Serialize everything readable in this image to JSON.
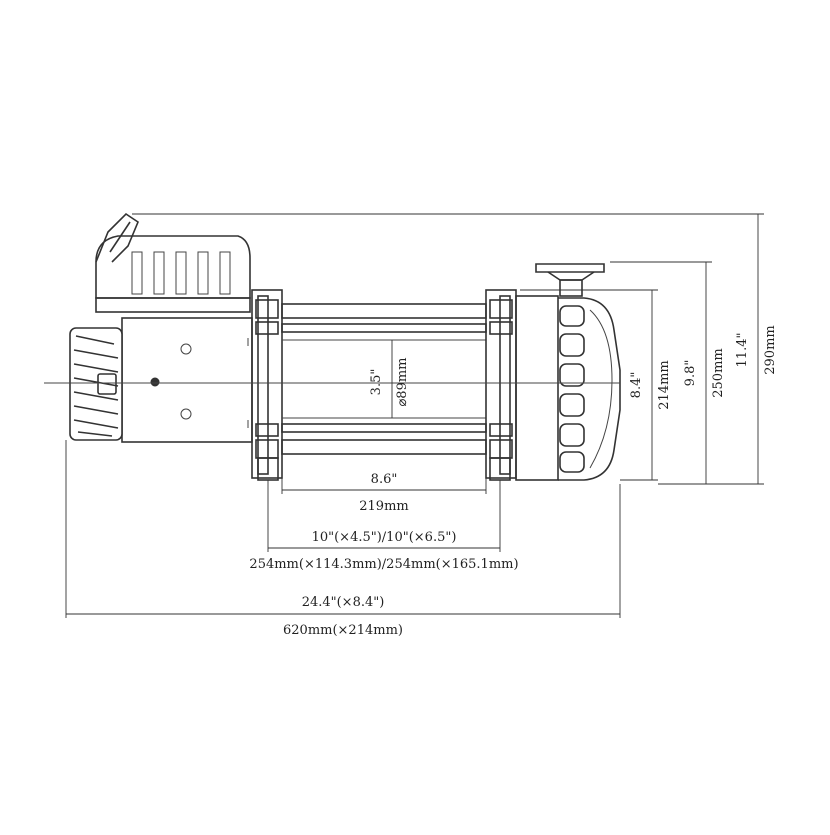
{
  "dimensions": {
    "drum_diameter_in": "3.5\"",
    "drum_diameter_mm": "⌀89mm",
    "drum_length_in": "8.6\"",
    "drum_length_mm": "219mm",
    "mount_in": "10\"(×4.5\")/10\"(×6.5\")",
    "mount_mm": "254mm(×114.3mm)/254mm(×165.1mm)",
    "overall_length_in": "24.4\"(×8.4\")",
    "overall_length_mm": "620mm(×214mm)",
    "depth_in": "8.4\"",
    "depth_mm": "214mm",
    "height_mid_in": "9.8\"",
    "height_mid_mm": "250mm",
    "height_total_in": "11.4\"",
    "height_total_mm": "290mm"
  },
  "colors": {
    "line": "#333333",
    "background": "#ffffff"
  }
}
